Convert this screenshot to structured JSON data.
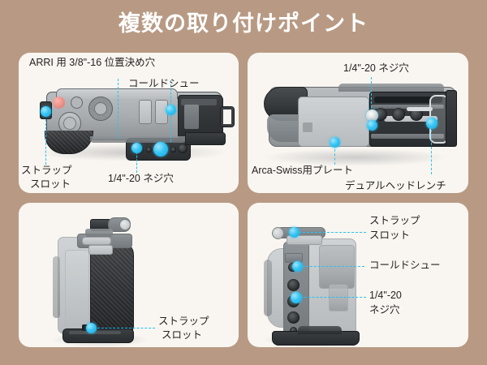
{
  "header": {
    "title": "複数の取り付けポイント"
  },
  "theme": {
    "background_color": "#B89A84",
    "panel_color": "#F9F6F1",
    "title_color": "#FFFFFF",
    "marker_color": "#29C2F2",
    "label_color": "#231F20"
  },
  "panels": [
    {
      "id": "top-left",
      "view": "camera-top-view",
      "labels": [
        {
          "key": "arri",
          "text": "ARRI 用 3/8\"-16 位置決め穴"
        },
        {
          "key": "cold_shoe",
          "text": "コールドシュー"
        },
        {
          "key": "strap_line1",
          "text": "ストラップ"
        },
        {
          "key": "strap_line2",
          "text": "スロット"
        },
        {
          "key": "quarter20",
          "text": "1/4\"-20 ネジ穴"
        }
      ]
    },
    {
      "id": "top-right",
      "view": "camera-bottom-view",
      "labels": [
        {
          "key": "quarter20",
          "text": "1/4\"-20 ネジ穴"
        },
        {
          "key": "arca",
          "text": "Arca-Swiss用プレート"
        },
        {
          "key": "wrench",
          "text": "デュアルヘッドレンチ"
        }
      ]
    },
    {
      "id": "bottom-left",
      "view": "camera-grip-view",
      "labels": [
        {
          "key": "strap_line1",
          "text": "ストラップ"
        },
        {
          "key": "strap_line2",
          "text": "スロット"
        }
      ]
    },
    {
      "id": "bottom-right",
      "view": "camera-side-view",
      "labels": [
        {
          "key": "strap_line1",
          "text": "ストラップ"
        },
        {
          "key": "strap_line2",
          "text": "スロット"
        },
        {
          "key": "cold_shoe",
          "text": "コールドシュー"
        },
        {
          "key": "quarter_line1",
          "text": "1/4\"-20"
        },
        {
          "key": "quarter_line2",
          "text": "ネジ穴"
        }
      ]
    }
  ]
}
